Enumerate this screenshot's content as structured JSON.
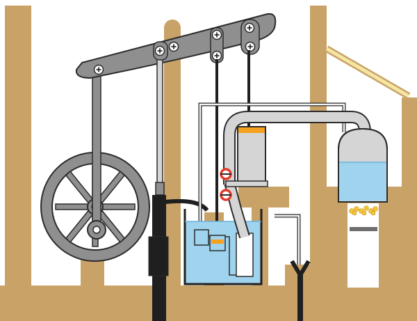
{
  "title": "",
  "labels": [],
  "colors": {
    "wood": "#c9a267",
    "metal": "#8f8f8f",
    "metal_dark": "#6e6e6e",
    "metal_light": "#d5d5d5",
    "outline": "#2b2b2b",
    "water": "#9fd3ee",
    "water_edge": "#6ab3dc",
    "valve_red": "#e23b2b",
    "steam_orange": "#f6a21e",
    "flame": "#f3c53a",
    "rod_black": "#1f1f1f",
    "pipe_white": "#f2f2f2",
    "window_yellow": "#f5e6a3"
  },
  "parts": [
    {
      "name": "walking-beam",
      "kind": "beam"
    },
    {
      "name": "flywheel",
      "kind": "wheel",
      "spokes": 8
    },
    {
      "name": "boiler",
      "kind": "vessel",
      "filled": true
    },
    {
      "name": "cylinder",
      "kind": "vessel",
      "filled": false
    },
    {
      "name": "condenser",
      "kind": "vessel",
      "filled": true
    },
    {
      "name": "air-pump",
      "kind": "pump"
    },
    {
      "name": "furnace-fire",
      "kind": "fire"
    },
    {
      "name": "steam-valve",
      "kind": "valve",
      "count": 2
    }
  ]
}
